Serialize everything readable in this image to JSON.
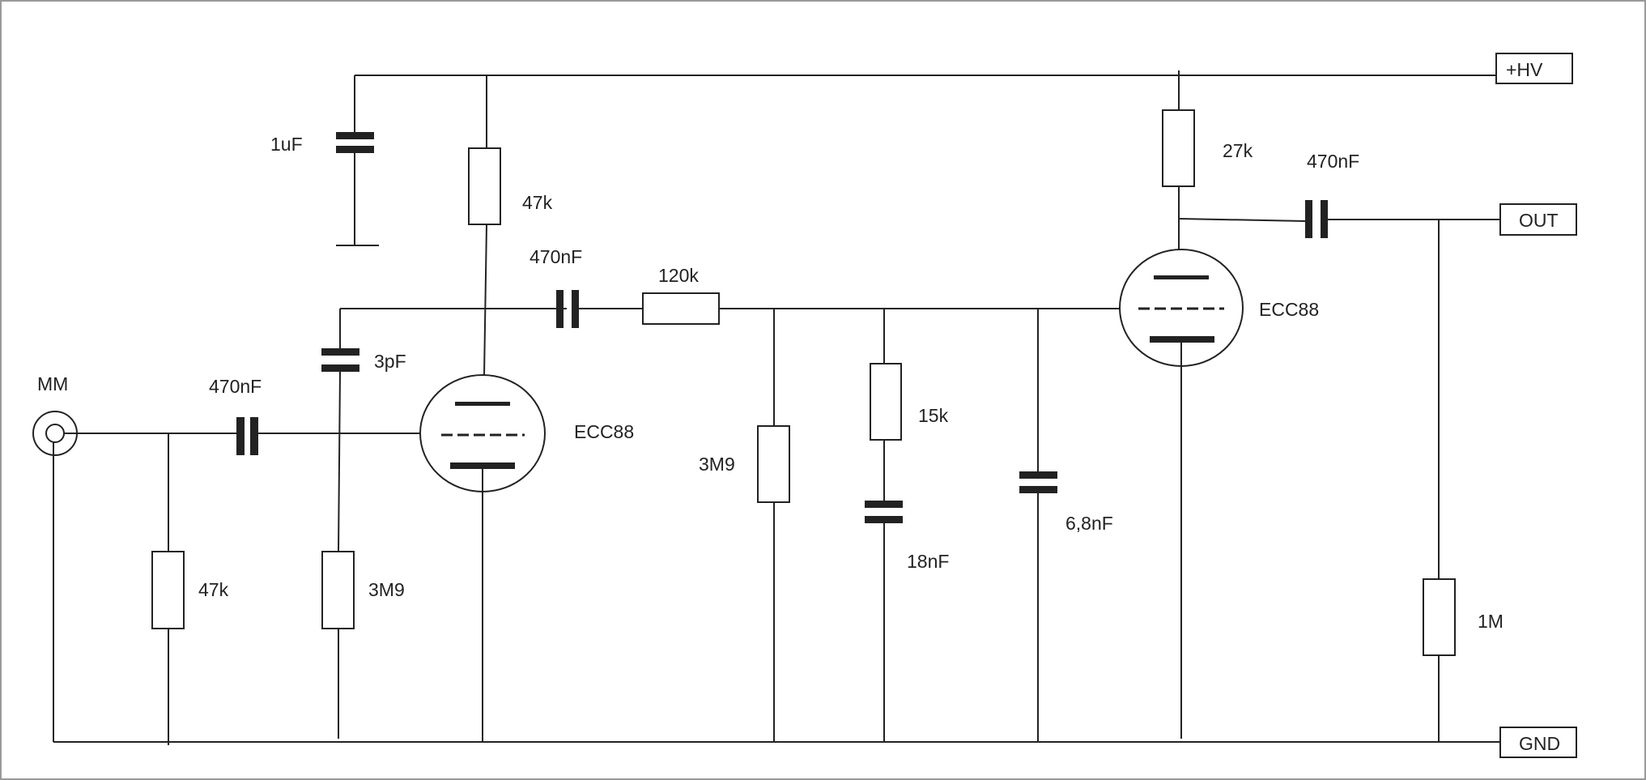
{
  "input": {
    "label": "MM"
  },
  "terminals": {
    "hv": "+HV",
    "out": "OUT",
    "gnd": "GND"
  },
  "tubes": {
    "v1": "ECC88",
    "v2": "ECC88"
  },
  "components": {
    "c_supply": "1uF",
    "r_plate1": "47k",
    "c_input": "470nF",
    "r_input": "47k",
    "c_feedback": "3pF",
    "r_grid1": "3M9",
    "c_coupling1": "470nF",
    "r_series": "120k",
    "r_grid2": "3M9",
    "r_eq": "15k",
    "c_eq": "18nF",
    "c_shunt": "6,8nF",
    "r_plate2": "27k",
    "c_out": "470nF",
    "r_out": "1M"
  }
}
